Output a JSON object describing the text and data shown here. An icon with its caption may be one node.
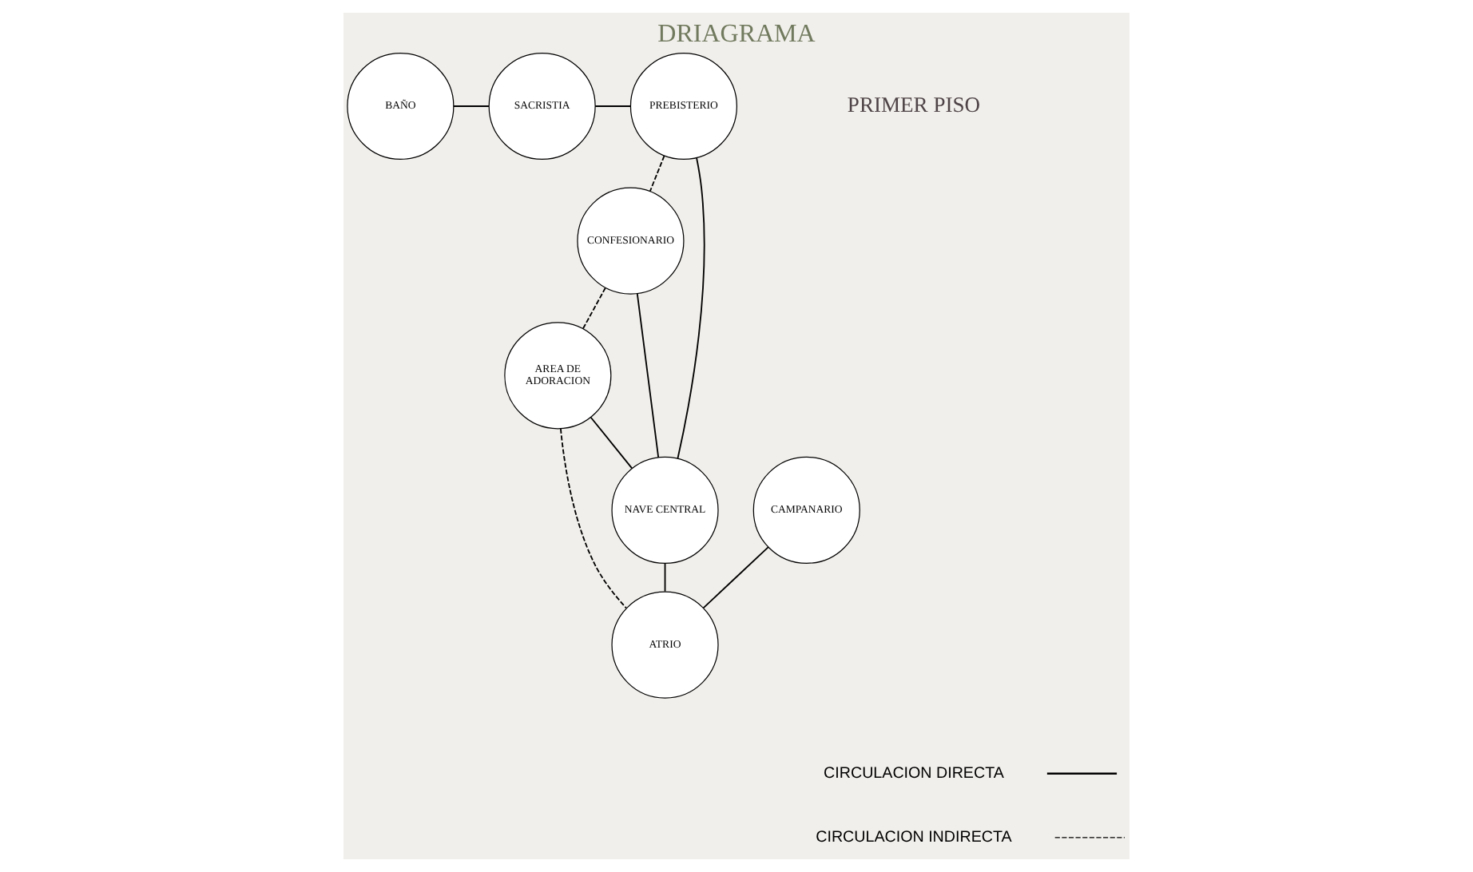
{
  "diagram": {
    "title": "DRIAGRAMA",
    "nodes": [
      {
        "text": [
          "BAÑO"
        ]
      },
      {
        "text": [
          "SACRISTIA"
        ]
      },
      {
        "text": [
          "PREBISTERIO"
        ]
      },
      {
        "text": [
          "CONFESIONARIO"
        ]
      },
      {
        "text": [
          "NAVE CENTRAL"
        ]
      },
      {
        "text": [
          "AREA DE ADORACION"
        ]
      },
      {
        "text": [
          "ATRIO"
        ]
      },
      {
        "text": [
          "CAMPANARIO"
        ]
      }
    ],
    "edges": [
      {
        "from": 0,
        "to": 1,
        "arrow": "none"
      },
      {
        "from": 1,
        "to": 2,
        "arrow": "none"
      },
      {
        "from": 2,
        "to": 3,
        "arrow": "none",
        "style": "dashed"
      },
      {
        "from": 2,
        "to": 4,
        "arrow": "none"
      },
      {
        "from": 3,
        "to": 4,
        "arrow": "none"
      },
      {
        "from": 3,
        "to": 5,
        "arrow": "none",
        "style": "dashed"
      },
      {
        "from": 5,
        "to": 4,
        "arrow": "none"
      },
      {
        "from": 4,
        "to": 6,
        "arrow": "none"
      },
      {
        "from": 5,
        "to": 6,
        "arrow": "none",
        "style": "dashed"
      },
      {
        "from": 7,
        "to": 6,
        "arrow": "none"
      }
    ],
    "labels": [
      "PRIMER PISO"
    ],
    "legend": [
      {
        "text": "CIRCULACION DIRECTA"
      },
      {
        "text": "CIRCULACION INDIRECTA"
      }
    ]
  }
}
